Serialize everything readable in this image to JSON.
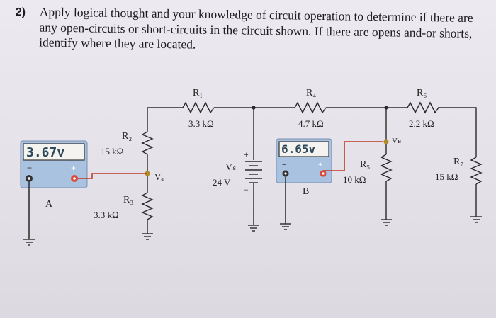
{
  "question": {
    "number": "2)",
    "lines": [
      "Apply logical thought and your knowledge of circuit operation to determine if there are",
      "any open-circuits or short-circuits in the circuit shown. If there are opens and-or shorts,",
      "identify where they are located."
    ]
  },
  "resistors": {
    "r1": {
      "name": "R₁",
      "value": "3.3 kΩ"
    },
    "r2": {
      "name": "R₂",
      "value": "15 kΩ"
    },
    "r3": {
      "name": "R₃",
      "value": "3.3 kΩ"
    },
    "r4": {
      "name": "R₄",
      "value": "4.7 kΩ"
    },
    "r5": {
      "name": "R₅",
      "value": "10 kΩ"
    },
    "r6": {
      "name": "R₆",
      "value": "2.2 kΩ"
    },
    "r7": {
      "name": "R₇",
      "value": "15 kΩ"
    }
  },
  "source": {
    "name": "Vₛ",
    "value": "24 V",
    "plus": "+",
    "minus": "−"
  },
  "nodes": {
    "va": "Vₐ",
    "vb": "Vʙ"
  },
  "meters": {
    "a": {
      "reading": "3.67v",
      "label": "A",
      "minus": "−",
      "plus": "+"
    },
    "b": {
      "reading": "6.65v",
      "label": "B",
      "minus": "−",
      "plus": "+"
    }
  },
  "colors": {
    "meter_body": "#a9c2e0",
    "probe_red": "#c0392b",
    "node_marker": "#b08d2a"
  }
}
